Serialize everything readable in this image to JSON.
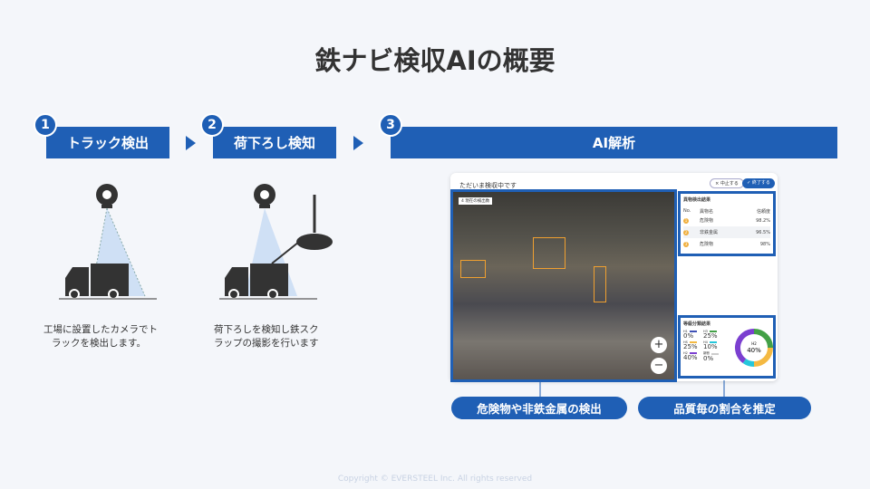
{
  "title": "鉄ナビ検収AIの概要",
  "steps": [
    {
      "num": "1",
      "label": "トラック検出",
      "desc": "工場に設置したカメラでトラックを検出します。",
      "desc_lines": [
        "工場に設置したカメラでト",
        "ラックを検出します。"
      ]
    },
    {
      "num": "2",
      "label": "荷下ろし検知",
      "desc_lines": [
        "荷下ろしを検知し鉄スク",
        "ラップの撮影を行います"
      ]
    },
    {
      "num": "3",
      "label": "AI解析"
    }
  ],
  "app": {
    "status": "ただいま検収中です",
    "stop_button": "× 中止する",
    "finish_button": "✓ 終了する",
    "detect_badge": "4 現在の検出数",
    "foreign": {
      "title": "異物検出結果",
      "headers": [
        "No.",
        "異物名",
        "信頼度"
      ],
      "rows": [
        {
          "no": "1",
          "name": "危険物",
          "conf": "98.2%"
        },
        {
          "no": "2",
          "name": "非鉄金属",
          "conf": "96.5%"
        },
        {
          "no": "3",
          "name": "危険物",
          "conf": "98%"
        }
      ]
    },
    "grade": {
      "title": "等級分類結果",
      "items": [
        {
          "label": "H1",
          "value": "0%",
          "color": "#3f51b5"
        },
        {
          "label": "H3",
          "value": "25%",
          "color": "#43a047"
        },
        {
          "label": "HS",
          "value": "25%",
          "color": "#f4b942"
        },
        {
          "label": "H4",
          "value": "10%",
          "color": "#26c6da"
        },
        {
          "label": "H2",
          "value": "40%",
          "color": "#7b3fd0"
        },
        {
          "label": "新断",
          "value": "0%",
          "color": "#cccccc"
        }
      ],
      "center_label": "H2",
      "center_value": "40%"
    },
    "zoom_in": "+",
    "zoom_out": "−"
  },
  "callouts": [
    "危険物や非鉄金属の検出",
    "品質毎の割合を推定"
  ],
  "copyright": "Copyright © EVERSTEEL Inc. All rights reserved",
  "colors": {
    "primary": "#1f5fb5"
  }
}
